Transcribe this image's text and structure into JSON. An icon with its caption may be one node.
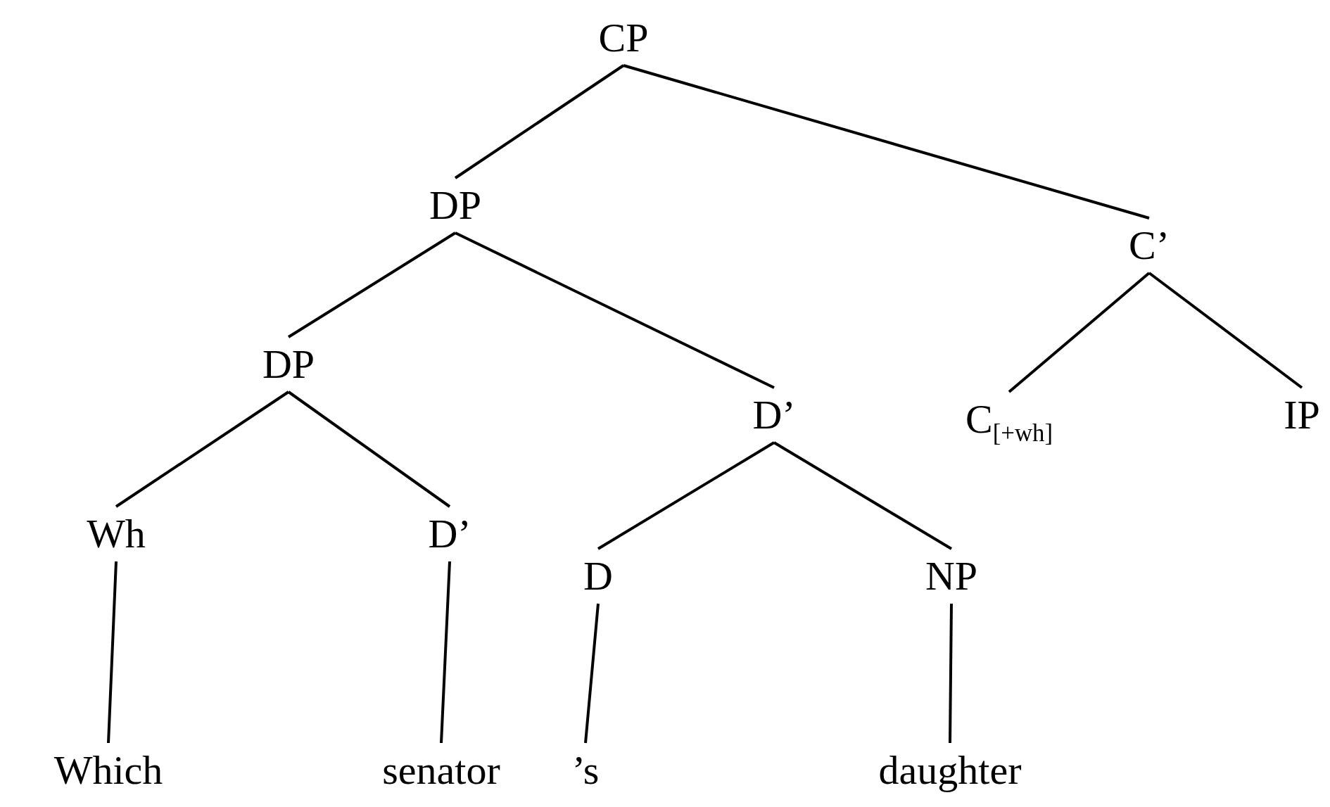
{
  "diagram": {
    "nodes": [
      {
        "text": [
          "CP"
        ]
      },
      {
        "text": [
          "DP"
        ]
      },
      {
        "text": [
          "C’"
        ]
      },
      {
        "text": [
          "DP"
        ]
      },
      {
        "text": [
          "D’"
        ]
      },
      {
        "text": [
          "C$_{[+wh]}$"
        ]
      },
      {
        "text": [
          "IP"
        ]
      },
      {
        "text": [
          "Wh"
        ]
      },
      {
        "text": [
          "D’"
        ]
      },
      {
        "text": [
          "D"
        ]
      },
      {
        "text": [
          "NP"
        ]
      },
      {
        "text": [
          "Which"
        ]
      },
      {
        "text": [
          "senator"
        ]
      },
      {
        "text": [
          "’s"
        ]
      },
      {
        "text": [
          "daughter"
        ]
      }
    ],
    "edges": [
      {
        "from": 0,
        "to": 1,
        "arrow": "none"
      },
      {
        "from": 0,
        "to": 2,
        "arrow": "none"
      },
      {
        "from": 1,
        "to": 3,
        "arrow": "none"
      },
      {
        "from": 1,
        "to": 4,
        "arrow": "none"
      },
      {
        "from": 2,
        "to": 5,
        "arrow": "none"
      },
      {
        "from": 2,
        "to": 6,
        "arrow": "none"
      },
      {
        "from": 3,
        "to": 7,
        "arrow": "none"
      },
      {
        "from": 3,
        "to": 8,
        "arrow": "none"
      },
      {
        "from": 4,
        "to": 9,
        "arrow": "none"
      },
      {
        "from": 4,
        "to": 10,
        "arrow": "none"
      },
      {
        "from": 7,
        "to": 11,
        "arrow": "none"
      },
      {
        "from": 8,
        "to": 12,
        "arrow": "none"
      },
      {
        "from": 9,
        "to": 13,
        "arrow": "none"
      },
      {
        "from": 10,
        "to": 14,
        "arrow": "none"
      }
    ]
  }
}
